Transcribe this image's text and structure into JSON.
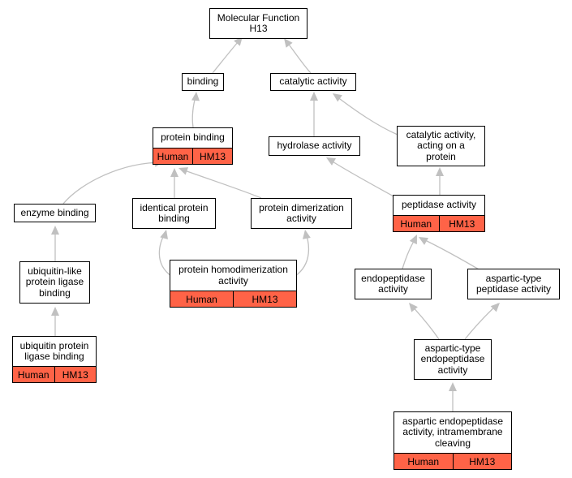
{
  "colors": {
    "edge": "#c0c0c0",
    "annotation": "#ff6347",
    "border": "#000000"
  },
  "nodes": {
    "root": {
      "label": "Molecular Function\nH13"
    },
    "binding": {
      "label": "binding"
    },
    "catalytic": {
      "label": "catalytic activity"
    },
    "protein_binding": {
      "label": "protein binding",
      "annotation": [
        "Human",
        "HM13"
      ]
    },
    "hydrolase": {
      "label": "hydrolase activity"
    },
    "catalytic_protein": {
      "label": "catalytic activity,\nacting on a\nprotein"
    },
    "enzyme_binding": {
      "label": "enzyme binding"
    },
    "identical_protein_binding": {
      "label": "identical protein\nbinding"
    },
    "protein_dimerization": {
      "label": "protein dimerization\nactivity"
    },
    "peptidase": {
      "label": "peptidase activity",
      "annotation": [
        "Human",
        "HM13"
      ]
    },
    "ubl_ligase_binding": {
      "label": "ubiquitin-like\nprotein ligase\nbinding"
    },
    "homodimerization": {
      "label": "protein homodimerization\nactivity",
      "annotation": [
        "Human",
        "HM13"
      ]
    },
    "endopeptidase": {
      "label": "endopeptidase\nactivity"
    },
    "aspartic_peptidase": {
      "label": "aspartic-type\npeptidase activity"
    },
    "ub_ligase_binding": {
      "label": "ubiquitin protein\nligase binding",
      "annotation": [
        "Human",
        "HM13"
      ]
    },
    "aspartic_endopeptidase": {
      "label": "aspartic-type\nendopeptidase\nactivity"
    },
    "aspartic_intramembrane": {
      "label": "aspartic endopeptidase\nactivity, intramembrane\ncleaving",
      "annotation": [
        "Human",
        "HM13"
      ]
    }
  }
}
